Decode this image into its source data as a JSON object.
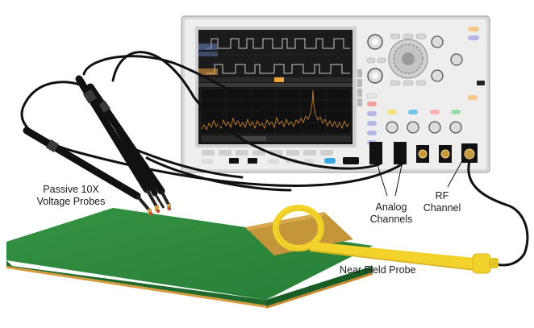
{
  "labels": {
    "passive_probes": [
      "Passive 10X",
      "Voltage Probes"
    ],
    "analog_channels": [
      "Analog",
      "Channels"
    ],
    "rf_channel": [
      "RF",
      "Channel"
    ],
    "near_field_probe": "Near Field Probe"
  },
  "colors": {
    "board_top": "#2e8b3e",
    "board_edge": "#1f6a2c",
    "board_core": "#d79a3d",
    "probe_yellow": "#f2d22b",
    "cable": "#111111",
    "scope_body": "#eeeeee",
    "screen_bg": "#151515",
    "trace_blue": "#6c7fc2",
    "trace_orange": "#f0a640",
    "rf_spectrum": "#d98a2c"
  },
  "icons": {
    "oscilloscope": "oscilloscope-icon",
    "circuit_board": "circuit-board-icon",
    "voltage_probe": "voltage-probe-icon",
    "near_field_probe": "loop-probe-icon",
    "connector": "bnc-connector-icon"
  }
}
